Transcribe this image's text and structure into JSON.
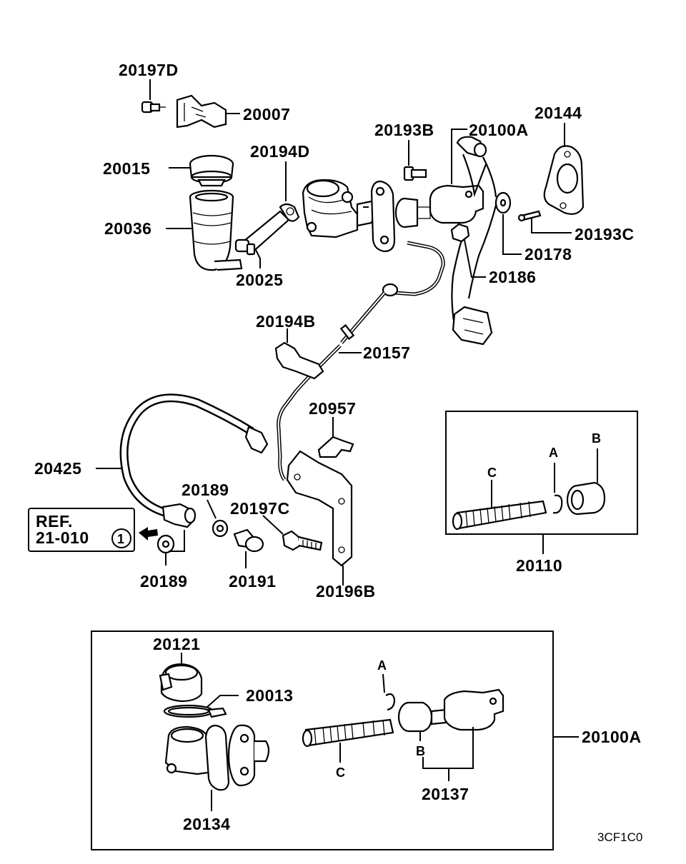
{
  "labels": {
    "p20197D": "20197D",
    "p20007": "20007",
    "p20015": "20015",
    "p20194D": "20194D",
    "p20036": "20036",
    "p20025": "20025",
    "p20193B": "20193B",
    "p20100A_top": "20100A",
    "p20144": "20144",
    "p20193C": "20193C",
    "p20178": "20178",
    "p20186": "20186",
    "p20194B": "20194B",
    "p20157": "20157",
    "p20957": "20957",
    "p20425": "20425",
    "p20189_upper": "20189",
    "p20197C": "20197C",
    "p20189_lower": "20189",
    "p20191": "20191",
    "p20196B": "20196B",
    "p20110": "20110",
    "p20121": "20121",
    "p20013": "20013",
    "p20134": "20134",
    "p20137": "20137",
    "p20100A_right": "20100A"
  },
  "kit_20110": {
    "a": "A",
    "b": "B",
    "c": "C"
  },
  "kit_20100A": {
    "a": "A",
    "b": "B",
    "c": "C"
  },
  "ref": {
    "line1": "REF.",
    "line2": "21-010",
    "circle": "1"
  },
  "diagram_code": "3CF1C0",
  "icons": {
    "ref_arrow": "arrow-left-icon"
  }
}
